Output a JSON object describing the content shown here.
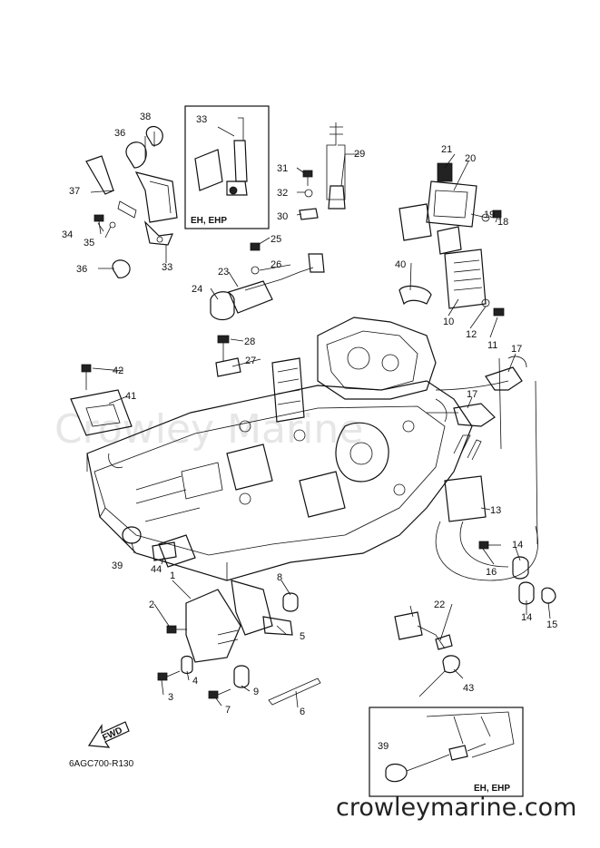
{
  "diagram": {
    "code": "6AGC700-R130",
    "website": "crowleymarine.com",
    "watermark": "Crowley Marine",
    "fwd_label": "FWD",
    "insets": [
      {
        "note": "EH, EHP"
      },
      {
        "note": "EH, EHP"
      }
    ],
    "callouts": [
      "1",
      "2",
      "3",
      "4",
      "5",
      "6",
      "7",
      "8",
      "9",
      "10",
      "11",
      "12",
      "13",
      "14",
      "14",
      "15",
      "16",
      "17",
      "17",
      "18",
      "19",
      "20",
      "21",
      "22",
      "23",
      "24",
      "25",
      "26",
      "27",
      "28",
      "29",
      "30",
      "31",
      "32",
      "33",
      "33",
      "34",
      "35",
      "36",
      "36",
      "37",
      "38",
      "39",
      "39",
      "40",
      "41",
      "42",
      "43",
      "44"
    ]
  }
}
